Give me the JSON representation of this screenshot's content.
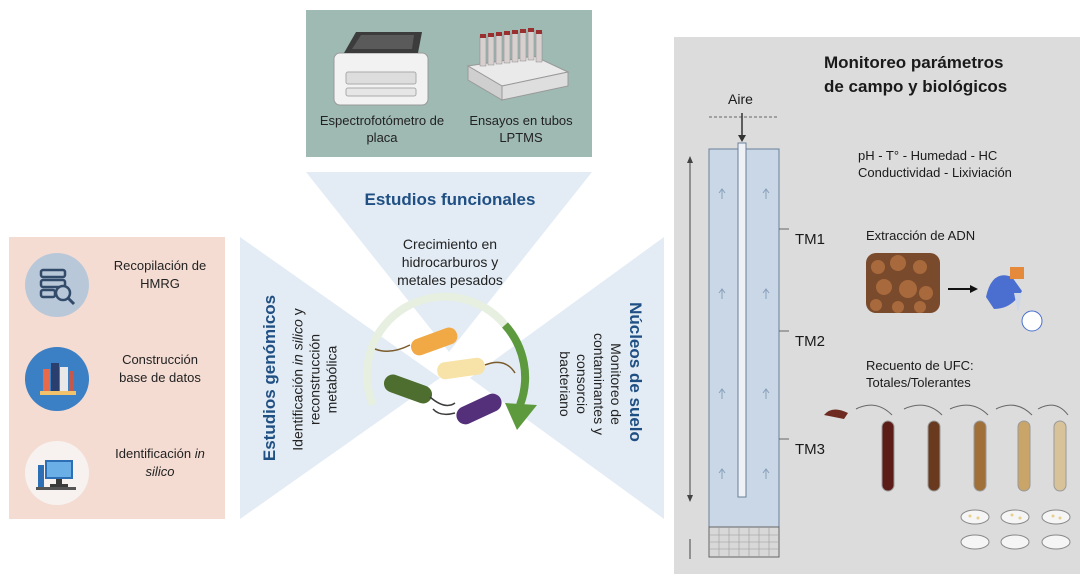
{
  "left_panel": {
    "items": [
      {
        "icon": "database-search-icon",
        "label_line1": "Recopilación de",
        "label_line2": "HMRG"
      },
      {
        "icon": "database-build-icon",
        "label_line1": "Construcción",
        "label_line2": "base de datos"
      },
      {
        "icon": "computer-icon",
        "label_line1": "Identificación",
        "label_line1_italic": "in",
        "label_line2": "silico"
      }
    ]
  },
  "lab": {
    "instrument1_line1": "Espectrofotómetro de",
    "instrument1_line2": "placa",
    "instrument2_line1": "Ensayos en tubos",
    "instrument2_line2": "LPTMS"
  },
  "center": {
    "top_title": "Estudios funcionales",
    "top_desc_line1": "Crecimiento en",
    "top_desc_line2": "hidrocarburos y",
    "top_desc_line3": "metales pesados",
    "left_title": "Estudios genómicos",
    "left_desc_line1_a": "Identificación",
    "left_desc_line1_i": "in silico",
    "left_desc_line1_b": "y",
    "left_desc_line2": "reconstrucción",
    "left_desc_line3": "metabólica",
    "right_title": "Núcleos de suelo",
    "right_desc_line1": "Monitoreo de",
    "right_desc_line2": "contaminantes y",
    "right_desc_line3": "consorcio",
    "right_desc_line4": "bacteriano"
  },
  "right_panel": {
    "title_line1": "Monitoreo parámetros",
    "title_line2": "de campo y biológicos",
    "air_label": "Aire",
    "params_line1": "pH  -  T°  -  Humedad  - HC",
    "params_line2": "Conductividad  -  Lixiviación",
    "dna_label": "Extracción de ADN",
    "ufc_line1": "Recuento de UFC:",
    "ufc_line2": "Totales/Tolerantes",
    "ports": [
      "TM1",
      "TM2",
      "TM3"
    ]
  },
  "colors": {
    "left_panel_bg": "#f4dcd3",
    "lab_bg": "#9fb9b3",
    "right_panel_bg": "#dcdcdc",
    "title_blue": "#1f4f83",
    "arrow_green": "#5d9a3e"
  }
}
